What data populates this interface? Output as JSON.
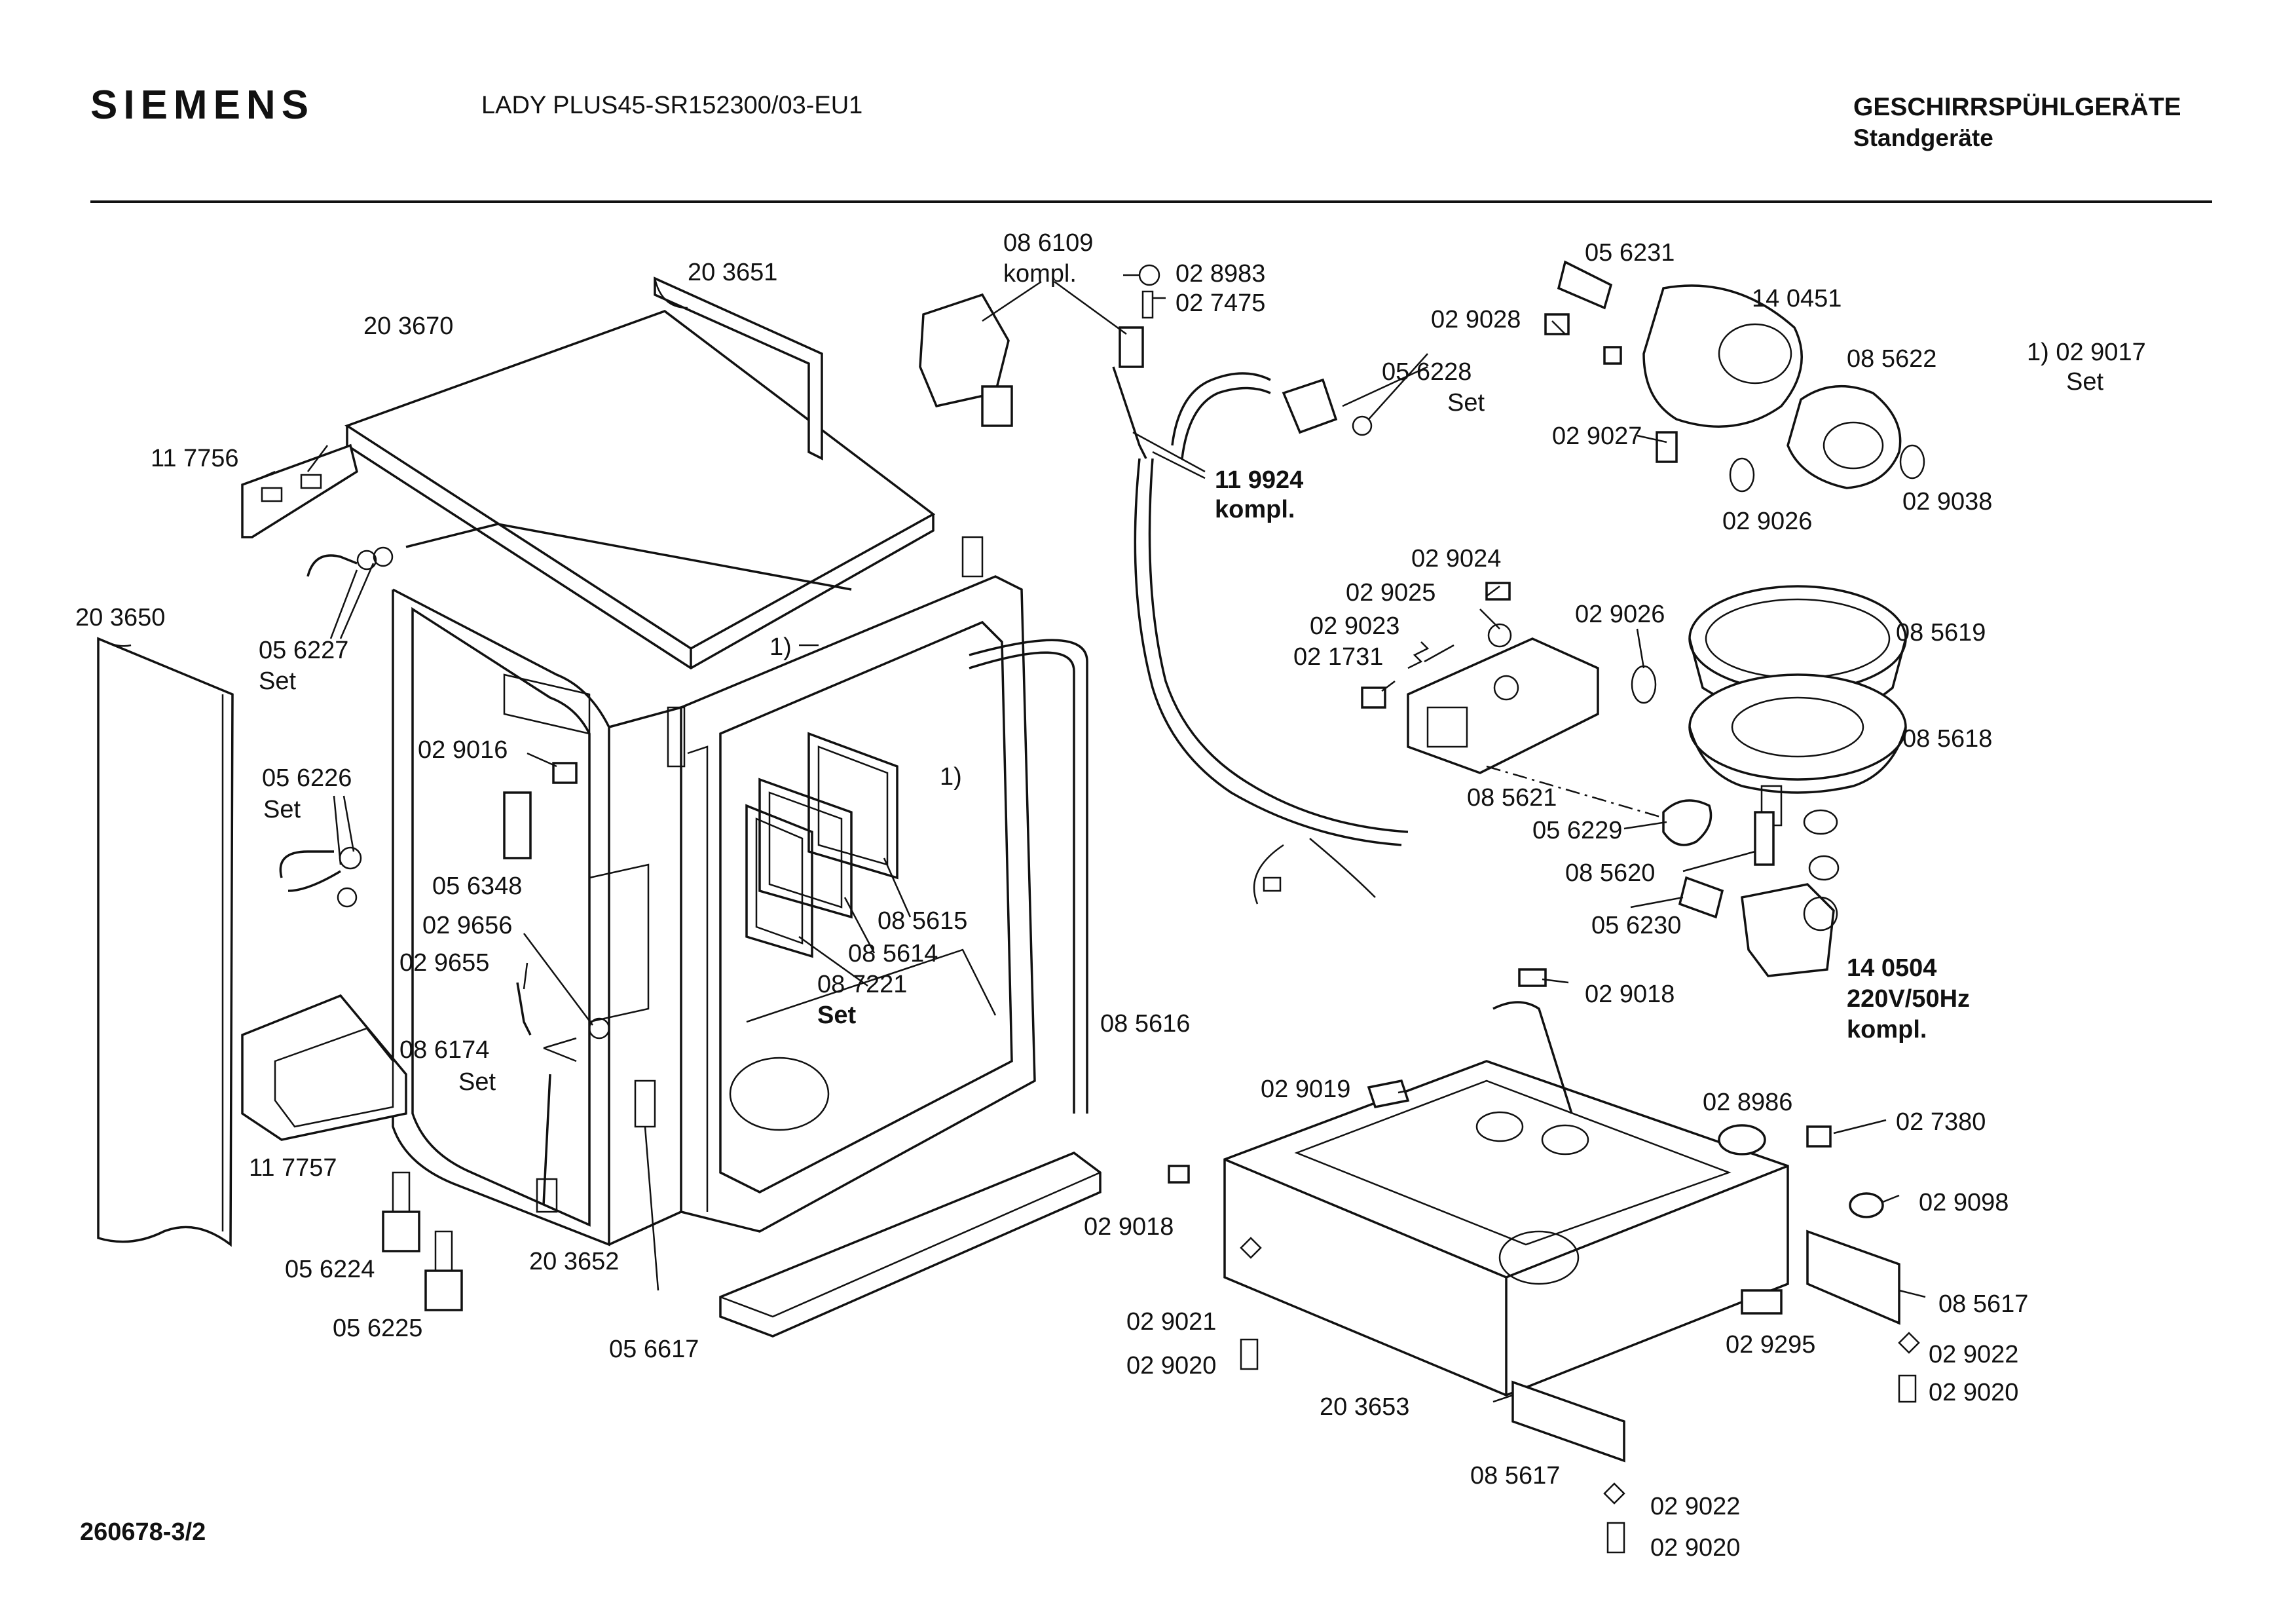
{
  "header": {
    "brand": "SIEMENS",
    "model": "LADY PLUS45-SR152300/03-EU1",
    "category": "GESCHIRRSPÜHLGERÄTE",
    "subcategory": "Standgeräte"
  },
  "footer": {
    "doc_number": "260678-3/2"
  },
  "note": {
    "line1": "1) 02 9017",
    "line2": "Set"
  },
  "callouts": {
    "c_203651": "20 3651",
    "c_203670": "20 3670",
    "c_117756": "11 7756",
    "c_203650": "20 3650",
    "c_056227": "05 6227",
    "c_056227_set": "Set",
    "c_056226": "05 6226",
    "c_056226_set": "Set",
    "c_029016": "02 9016",
    "c_056348": "05 6348",
    "c_029656": "02 9656",
    "c_029655": "02 9655",
    "c_086174": "08 6174",
    "c_086174_set": "Set",
    "c_117757": "11 7757",
    "c_056224": "05 6224",
    "c_056225": "05 6225",
    "c_203652": "20 3652",
    "c_056617": "05 6617",
    "c_note1_a": "1)",
    "c_note1_b": "1)",
    "c_085615": "08 5615",
    "c_085614": "08 5614",
    "c_087221": "08 7221",
    "c_087221_set": "Set",
    "c_085616": "08 5616",
    "c_086109": "08 6109",
    "c_086109_kompl": "kompl.",
    "c_028983": "02 8983",
    "c_027475": "02 7475",
    "c_119924": "11 9924",
    "c_119924_kompl": "kompl.",
    "c_056228": "05 6228",
    "c_056228_set": "Set",
    "c_056231": "05 6231",
    "c_029028": "02 9028",
    "c_140451": "14 0451",
    "c_085622": "08 5622",
    "c_029027": "02 9027",
    "c_029026_top": "02 9026",
    "c_029038": "02 9038",
    "c_029024": "02 9024",
    "c_029025": "02 9025",
    "c_029023": "02 9023",
    "c_021731": "02 1731",
    "c_029026_mid": "02 9026",
    "c_085619": "08 5619",
    "c_085618": "08 5618",
    "c_085621": "08 5621",
    "c_056229": "05 6229",
    "c_085620": "08 5620",
    "c_056230": "05 6230",
    "c_140504": "14 0504",
    "c_140504_volt": "220V/50Hz",
    "c_140504_kompl": "kompl.",
    "c_029018_top": "02 9018",
    "c_029019": "02 9019",
    "c_028986": "02 8986",
    "c_027380": "02 7380",
    "c_029098": "02 9098",
    "c_029018_left": "02 9018",
    "c_085617_right": "08 5617",
    "c_029021": "02 9021",
    "c_029020_left": "02 9020",
    "c_029295": "02 9295",
    "c_029022_right": "02 9022",
    "c_029020_right": "02 9020",
    "c_203653": "20 3653",
    "c_085617_bottom": "08 5617",
    "c_029022_bottom": "02 9022",
    "c_029020_bottom": "02 9020"
  }
}
